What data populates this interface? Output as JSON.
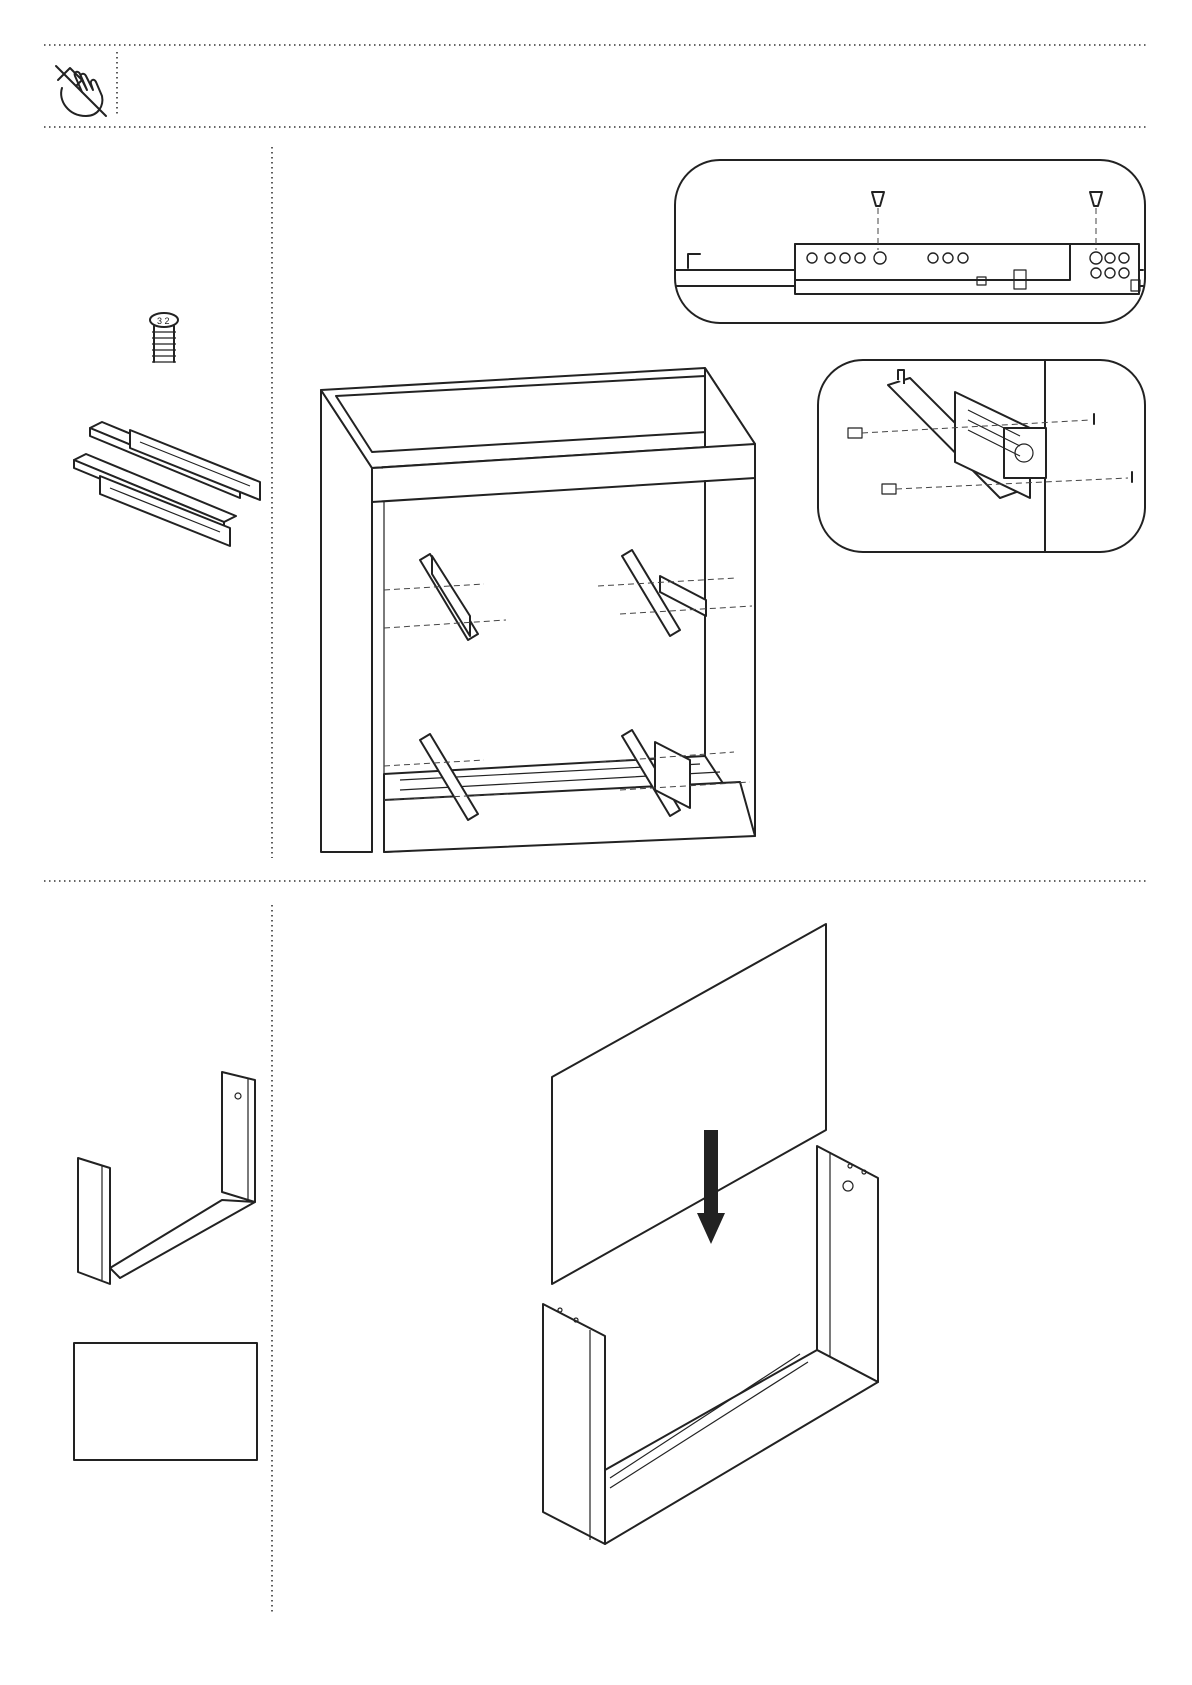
{
  "header": {
    "icon": "no-hand-tools-icon",
    "instruction_text": ""
  },
  "step1": {
    "parts": [
      {
        "icon": "cam-bolt-icon",
        "quantity_label": ""
      },
      {
        "icon": "drawer-runner-pair-icon",
        "quantity_label": ""
      }
    ],
    "main_illustration": "cabinet-with-drawer-runners",
    "detail_top": "runner-screw-detail",
    "detail_bottom": "runner-bracket-detail"
  },
  "step2": {
    "parts": [
      {
        "icon": "u-frame-icon",
        "quantity_label": ""
      },
      {
        "icon": "back-panel-icon",
        "quantity_label": ""
      }
    ],
    "main_illustration": "insert-back-panel-into-frame",
    "arrow": "down-arrow-icon"
  },
  "colors": {
    "line": "#222222",
    "background": "#ffffff"
  }
}
